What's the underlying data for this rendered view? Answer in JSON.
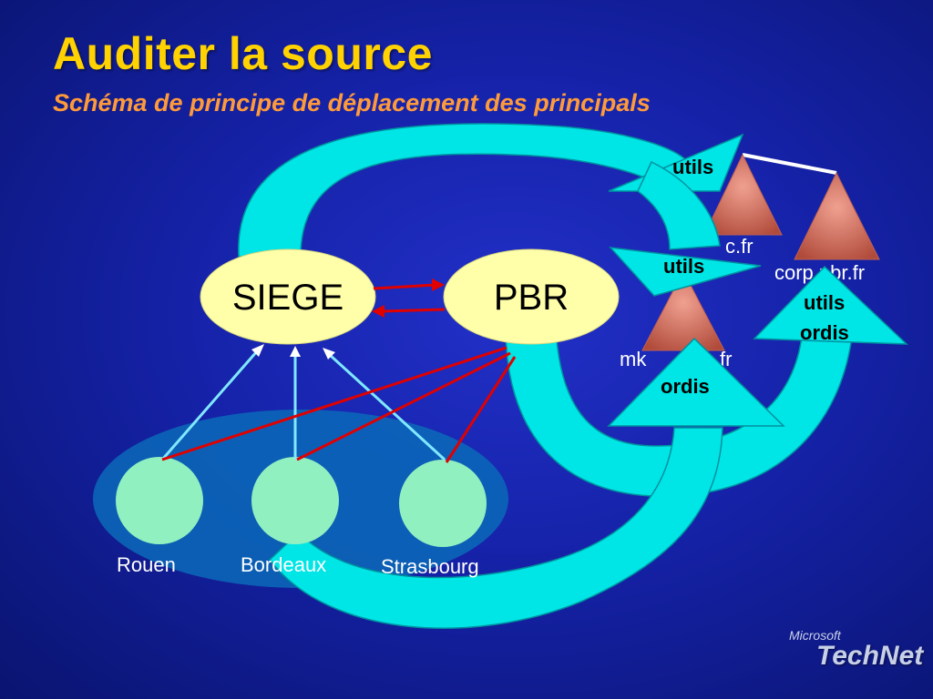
{
  "slide": {
    "title": "Auditer la source",
    "subtitle": "Schéma de principe de déplacement des principals"
  },
  "nodes": {
    "siege": "SIEGE",
    "pbr": "PBR"
  },
  "sites": {
    "rouen": "Rouen",
    "bordeaux": "Bordeaux",
    "strasbourg": "Strasbourg"
  },
  "domains": {
    "top": "c.fr",
    "mid": "mk",
    "mid_suffix": "fr",
    "right": "corp.pbr.fr"
  },
  "arrow_labels": {
    "utils_top": "utils",
    "utils_mid": "utils",
    "ordis_mid": "ordis",
    "utils_right": "utils",
    "ordis_right": "ordis"
  },
  "logo": {
    "brand": "Microsoft",
    "product": "TechNet"
  },
  "colors": {
    "title": "#ffd200",
    "subtitle": "#ff9a3a",
    "node_fill": "#ffffaa",
    "site_fill": "#90f0c0",
    "arrow_fill": "#00e5e5",
    "link_red": "#e00000",
    "triangle": "#d06a5a"
  }
}
